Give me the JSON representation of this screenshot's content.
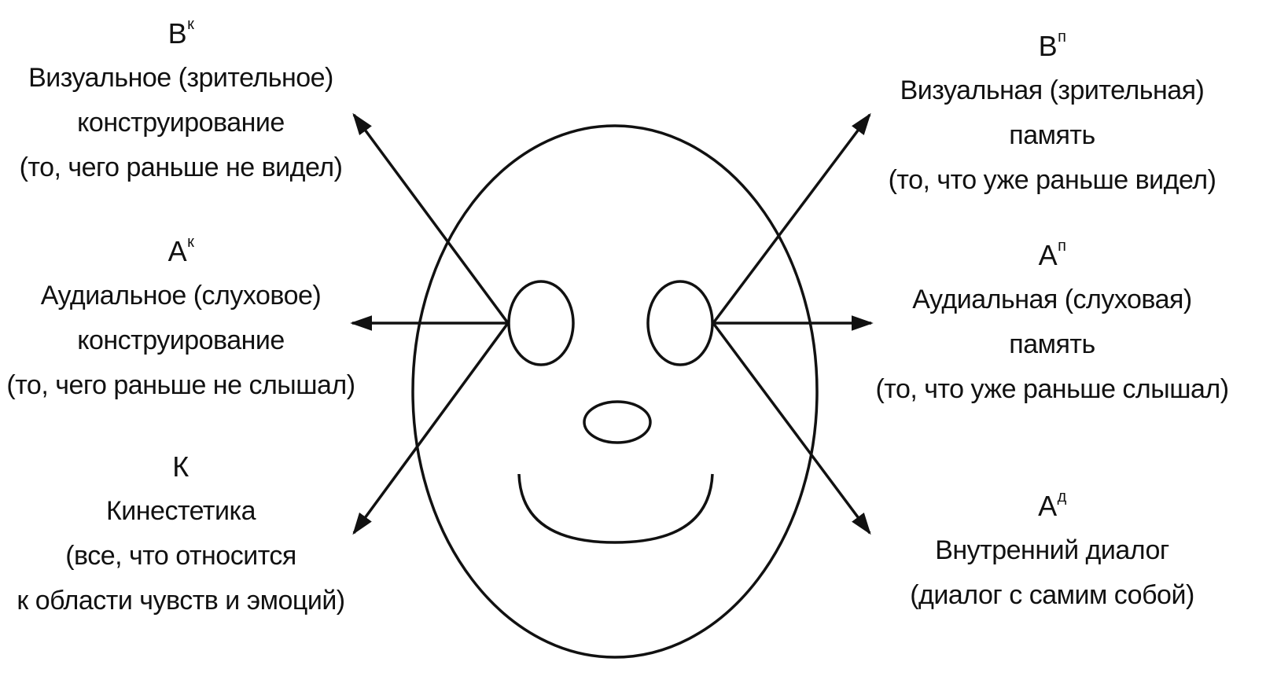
{
  "labels": {
    "top_left": {
      "code": "В",
      "code_sup": "к",
      "lines": [
        "Визуальное (зрительное)",
        "конструирование",
        "(то, чего раньше не видел)"
      ]
    },
    "mid_left": {
      "code": "А",
      "code_sup": "к",
      "lines": [
        "Аудиальное (слуховое)",
        "конструирование",
        "(то, чего раньше не слышал)"
      ]
    },
    "bottom_left": {
      "code": "К",
      "code_sup": "",
      "lines": [
        "Кинестетика",
        "(все, что относится",
        "к области чувств и эмоций)"
      ]
    },
    "top_right": {
      "code": "В",
      "code_sup": "п",
      "lines": [
        "Визуальная (зрительная)",
        "память",
        "(то, что уже раньше видел)"
      ]
    },
    "mid_right": {
      "code": "А",
      "code_sup": "п",
      "lines": [
        "Аудиальная (слуховая)",
        "память",
        "(то, что уже раньше слышал)"
      ]
    },
    "bottom_right": {
      "code": "А",
      "code_sup": "д",
      "lines": [
        "Внутренний диалог",
        "(диалог с самим собой)"
      ]
    }
  },
  "colors": {
    "stroke": "#111111",
    "background": "#ffffff"
  },
  "icons": {
    "face": "face-icon",
    "arrows": "arrow-icon"
  }
}
